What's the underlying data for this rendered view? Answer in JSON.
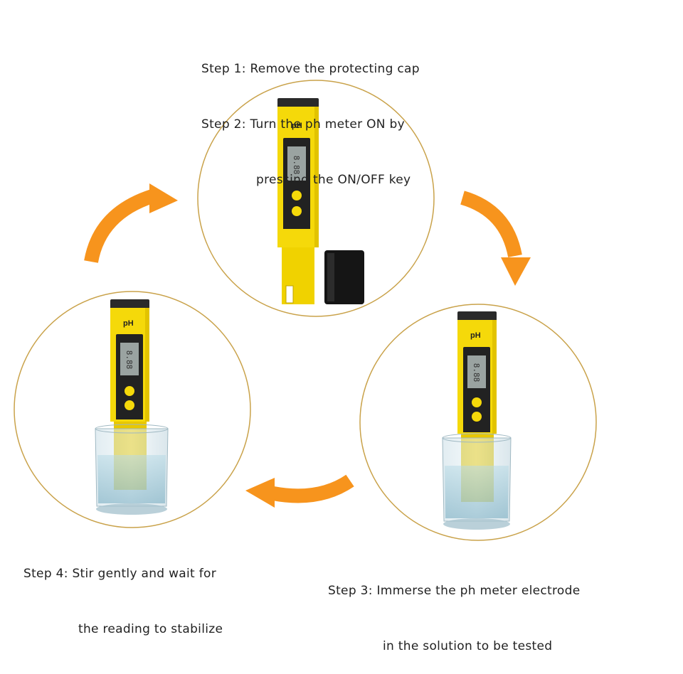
{
  "steps": {
    "step1": "Step 1: Remove the protecting cap",
    "step2_line1": "Step 2: Turn the ph meter ON by",
    "step2_line2": "pressing the ON/OFF key",
    "step3_line1": "Step 3: Immerse the ph meter electrode",
    "step3_line2": "in the solution to be tested",
    "step4_line1": "Step 4: Stir gently and wait for",
    "step4_line2": "the reading to stabilize"
  },
  "meter": {
    "label": "pH",
    "display": "8.88"
  },
  "colors": {
    "meter_body": "#f5d90a",
    "arrow": "#f7941d",
    "circle": "#c9a24a",
    "cap": "#151515",
    "lcd": "#9aa3a1"
  }
}
